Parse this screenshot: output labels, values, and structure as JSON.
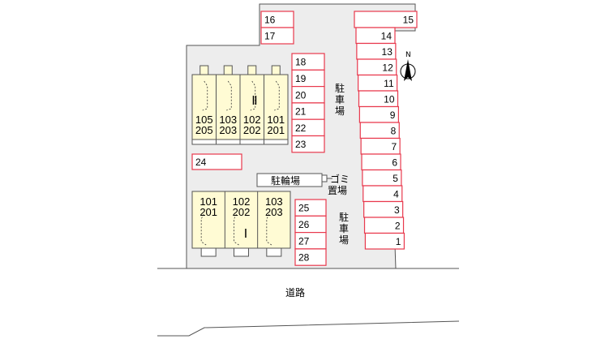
{
  "colors": {
    "lot_fill": "#ededed",
    "slot_border": "#e8394d",
    "building_fill": "#fffbd4",
    "outline": "#555555"
  },
  "parking_slots": {
    "right_column": [
      "1",
      "2",
      "3",
      "4",
      "5",
      "6",
      "7",
      "8",
      "9",
      "10",
      "11",
      "12",
      "13",
      "14"
    ],
    "top_right": "15",
    "top_left": [
      "16",
      "17"
    ],
    "middle_column": [
      "18",
      "19",
      "20",
      "21",
      "22",
      "23"
    ],
    "single": "24",
    "lower_column": [
      "25",
      "26",
      "27",
      "28"
    ]
  },
  "building_2": {
    "label": "Ⅱ",
    "units": [
      {
        "upper": "105",
        "lower": "205"
      },
      {
        "upper": "103",
        "lower": "203"
      },
      {
        "upper": "102",
        "lower": "202"
      },
      {
        "upper": "101",
        "lower": "201"
      }
    ]
  },
  "building_1": {
    "label": "Ⅰ",
    "units": [
      {
        "upper": "101",
        "lower": "201"
      },
      {
        "upper": "102",
        "lower": "202"
      },
      {
        "upper": "103",
        "lower": "203"
      }
    ]
  },
  "labels": {
    "parking_top": "駐車場",
    "parking_bottom": "駐車場",
    "bicycle": "駐輪場",
    "garbage": "ゴミ置場",
    "road": "道路",
    "north": "N"
  }
}
